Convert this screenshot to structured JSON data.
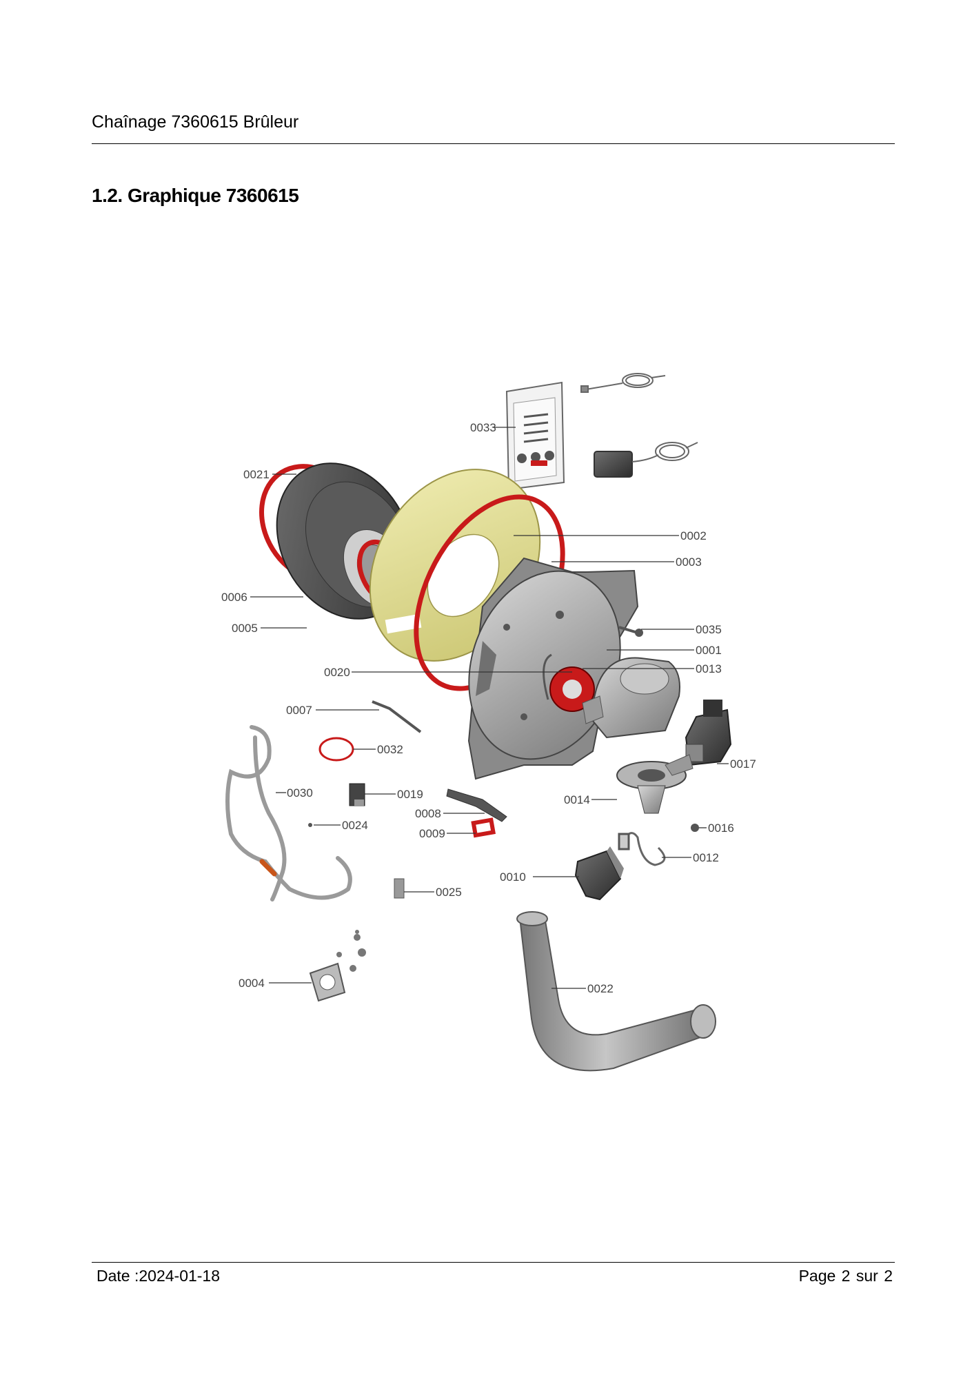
{
  "header": {
    "title": "Chaînage 7360615 Brûleur"
  },
  "section": {
    "title": "1.2. Graphique 7360615"
  },
  "diagram": {
    "callouts": {
      "c0033": "0033",
      "c0021": "0021",
      "c0002": "0002",
      "c0003": "0003",
      "c0006": "0006",
      "c0005": "0005",
      "c0035": "0035",
      "c0001": "0001",
      "c0013": "0013",
      "c0020": "0020",
      "c0007": "0007",
      "c0032": "0032",
      "c0017": "0017",
      "c0030": "0030",
      "c0019": "0019",
      "c0014": "0014",
      "c0008": "0008",
      "c0024": "0024",
      "c0009": "0009",
      "c0016": "0016",
      "c0012": "0012",
      "c0010": "0010",
      "c0025": "0025",
      "c0004": "0004",
      "c0022": "0022"
    },
    "colors": {
      "seal_red": "#c81a1a",
      "insulation_yellow": "#e8e39a",
      "metal_grey": "#9c9c9c",
      "dark_grey": "#3f3f3f"
    }
  },
  "footer": {
    "date": "Date :2024-01-18",
    "page": "Page 2 sur  2"
  }
}
